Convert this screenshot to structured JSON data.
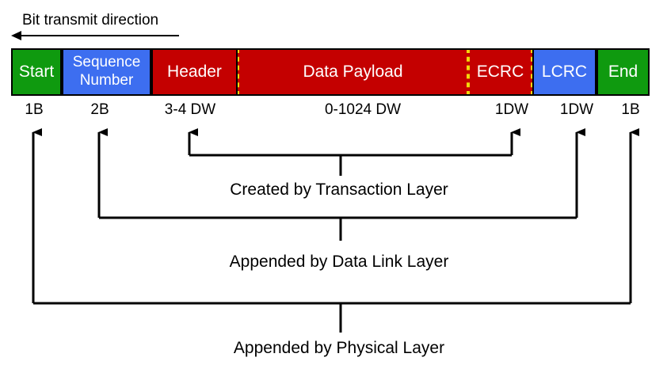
{
  "direction": {
    "label": "Bit transmit direction"
  },
  "colors": {
    "green": "#0f9a0f",
    "blue": "#3d6ef0",
    "red": "#c40000",
    "yellow_dash": "#f2d80c"
  },
  "fields": [
    {
      "label": "Start",
      "size": "1B",
      "color": "green"
    },
    {
      "label": "Sequence Number",
      "size": "2B",
      "color": "blue"
    },
    {
      "label": "Header",
      "size": "3-4 DW",
      "color": "red"
    },
    {
      "label": "Data Payload",
      "size": "0-1024 DW",
      "color": "red"
    },
    {
      "label": "ECRC",
      "size": "1DW",
      "color": "red"
    },
    {
      "label": "LCRC",
      "size": "1DW",
      "color": "blue"
    },
    {
      "label": "End",
      "size": "1B",
      "color": "green"
    }
  ],
  "layers": {
    "transaction": "Created by Transaction Layer",
    "data_link": "Appended by Data Link Layer",
    "physical": "Appended by Physical Layer"
  }
}
